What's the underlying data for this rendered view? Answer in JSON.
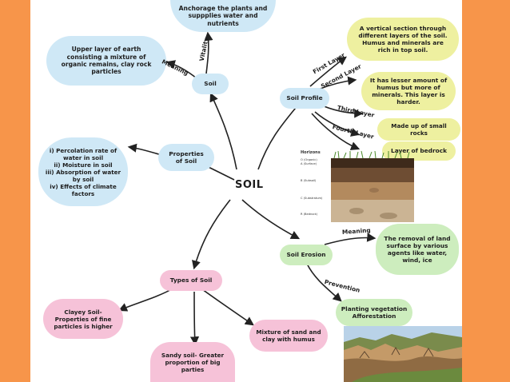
{
  "center": "SOIL",
  "soil": {
    "label": "Soil",
    "meaning_edge": "Meaning",
    "meaning_text": "Upper layer of earth consisting a mixture of organic remains, clay rock particles",
    "vitality_edge": "Vitality",
    "vitality_text": "Anchorage the plants and suppplies water and nutrients"
  },
  "properties": {
    "label": "Properties of Soil",
    "factors": [
      "i) Percolation rate of water in soil",
      "ii) Moisture in soil",
      "iii) Absorption of water by soil",
      "iv) Effects of climate factors"
    ]
  },
  "profile": {
    "label": "Soil Profile",
    "layers": [
      {
        "edge": "First Layer",
        "text": "A vertical section through different layers of the soil. Humus and minerals are rich in top soil."
      },
      {
        "edge": "Second Layer",
        "text": "It has lesser amount of humus but more of minerals. This layer is harder."
      },
      {
        "edge": "Third Layer",
        "text": "Made up of small rocks"
      },
      {
        "edge": "Fourth Layer",
        "text": "Layer of bedrock"
      }
    ],
    "horizons_title": "Horizons",
    "horizons": [
      "O (Organic)",
      "A (Surface)",
      "B (Subsoil)",
      "C (Substratum)",
      "R (Bedrock)"
    ]
  },
  "erosion": {
    "label": "Soil Erosion",
    "meaning_edge": "Meaning",
    "meaning_text": "The removal of land surface by various agents like water, wind, ice",
    "prevention_edge": "Prevention",
    "prevention": [
      "Planting vegetation",
      "Afforestation"
    ]
  },
  "types": {
    "label": "Types of Soil",
    "items": [
      "Clayey Soil- Properties of fine particles is higher",
      "Sandy soil- Greater proportion of big parties",
      "Mixture of sand and clay with humus"
    ]
  }
}
